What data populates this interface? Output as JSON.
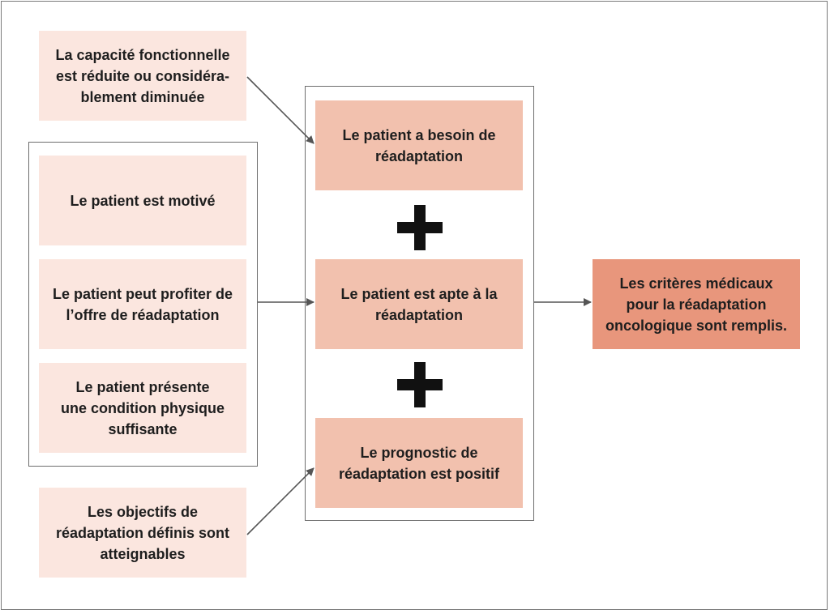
{
  "diagram": {
    "left_boxes": {
      "capacite": "La capacité fonctionnelle\nest réduite ou considéra-\nblement diminuée",
      "motive": "Le patient est motivé",
      "profiter": "Le patient peut profiter de\nl’offre de réadaptation",
      "condition": "Le patient présente\nune condition physique\nsuffisante",
      "objectifs": "Les objectifs de\nréadaptation définis sont\natteignables"
    },
    "center_boxes": {
      "besoin": "Le patient a besoin de\nréadaptation",
      "apte": "Le patient est apte à la\nréadaptation",
      "pronostic": "Le prognostic de\nréadaptation est positif"
    },
    "result": "Les critères médicaux\npour la réadaptation\noncologique sont remplis.",
    "colors": {
      "light": "#fbe6df",
      "mid": "#f2c1ae",
      "dark": "#e8967c",
      "arrow": "#555555"
    }
  }
}
